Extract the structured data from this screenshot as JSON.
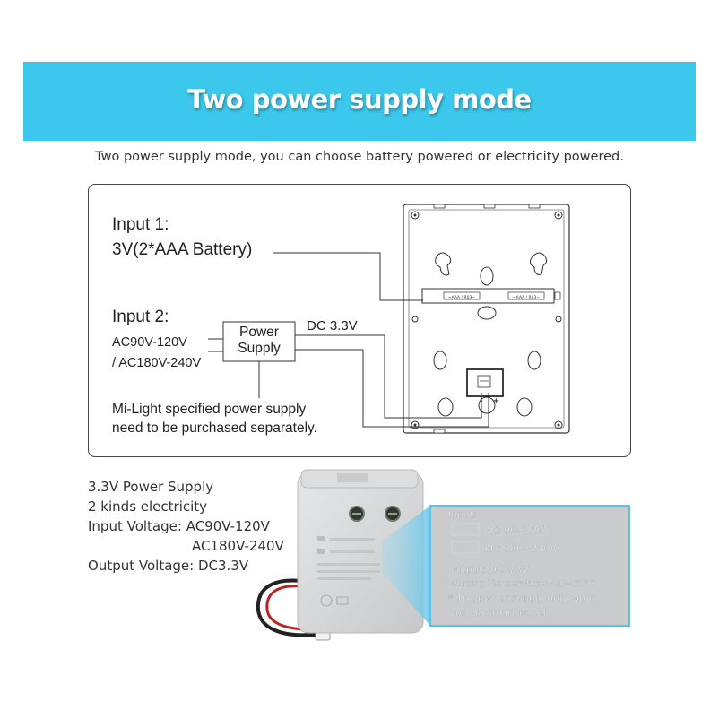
{
  "banner": {
    "title": "Two power supply mode"
  },
  "subtitle": "Two power supply mode, you can choose battery powered or electricity powered.",
  "diagram": {
    "input1": {
      "label": "Input 1:",
      "value": "3V(2*AAA Battery)"
    },
    "input2": {
      "label": "Input 2:",
      "line1": "AC90V-120V",
      "line2": "/ AC180V-240V"
    },
    "power_supply": {
      "line1": "Power",
      "line2": "Supply"
    },
    "dc_label": "DC 3.3V",
    "note": {
      "line1": "Mi-Light specified power supply",
      "line2": "need to be purchased separately."
    },
    "battery_slot_1": "~AAA / R03~",
    "battery_slot_2": "~AAA / R03~",
    "terminal_minus": "-",
    "terminal_plus": "+"
  },
  "specs": {
    "line1": "3.3V Power Supply",
    "line2": "2 kinds electricity",
    "line3": "Input Voltage: AC90V-120V",
    "line4": "AC180V-240V",
    "line5": "Output Voltage: DC3.3V"
  },
  "label_zoom": {
    "input": "Input:",
    "ac1": "AC: 90~120V",
    "ac2": "AC: 180~240V",
    "output": "Output: DC 3.3V",
    "temp": "Working Temperature: -20~60°C",
    "note1": "* The power supply only work",
    "note2": "on B8 smart panel"
  },
  "colors": {
    "banner": "#3cc8ec",
    "device": "#d9dadb",
    "zoom": "#c9cbcc",
    "zoom_border": "#5bc3e6"
  }
}
